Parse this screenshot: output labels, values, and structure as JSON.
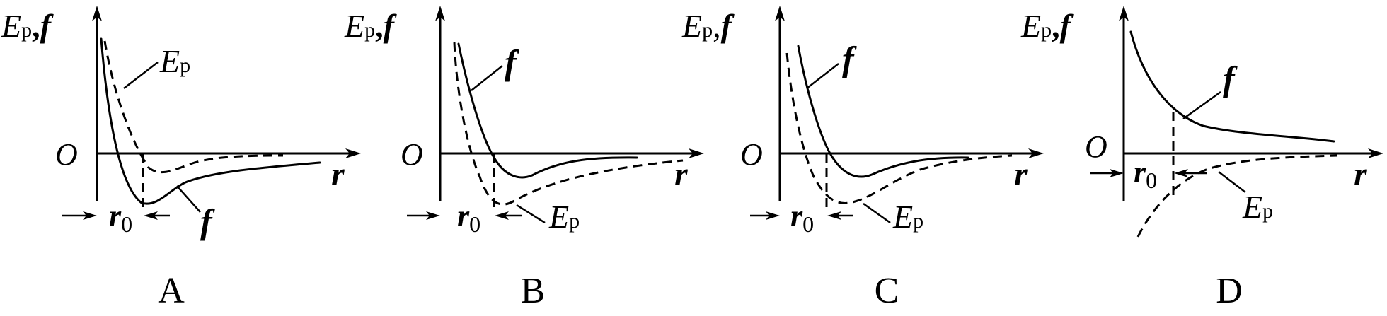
{
  "panels": [
    {
      "id": "A",
      "option_letter": "A",
      "y_axis_label": {
        "main": "E",
        "sub": "p",
        "sep": ",",
        "second": "f"
      },
      "origin_label": "O",
      "x_axis_label": "r",
      "r0_label": {
        "main": "r",
        "sub": "0"
      },
      "curve_labels": [
        {
          "curve": "Ep",
          "main": "E",
          "sub": "p"
        },
        {
          "curve": "f",
          "main": "f",
          "sub": ""
        }
      ]
    },
    {
      "id": "B",
      "option_letter": "B",
      "y_axis_label": {
        "main": "E",
        "sub": "p",
        "sep": ",",
        "second": "f"
      },
      "origin_label": "O",
      "x_axis_label": "r",
      "r0_label": {
        "main": "r",
        "sub": "0"
      },
      "curve_labels": [
        {
          "curve": "f",
          "main": "f",
          "sub": ""
        },
        {
          "curve": "Ep",
          "main": "E",
          "sub": "p"
        }
      ]
    },
    {
      "id": "C",
      "option_letter": "C",
      "y_axis_label": {
        "main": "E",
        "sub": "p",
        "sep": ",",
        "second": "f"
      },
      "origin_label": "O",
      "x_axis_label": "r",
      "r0_label": {
        "main": "r",
        "sub": "0"
      },
      "curve_labels": [
        {
          "curve": "f",
          "main": "f",
          "sub": ""
        },
        {
          "curve": "Ep",
          "main": "E",
          "sub": "p"
        }
      ]
    },
    {
      "id": "D",
      "option_letter": "D",
      "y_axis_label": {
        "main": "E",
        "sub": "p",
        "sep": ",",
        "second": "f"
      },
      "origin_label": "O",
      "x_axis_label": "r",
      "r0_label": {
        "main": "r",
        "sub": "0"
      },
      "curve_labels": [
        {
          "curve": "f",
          "main": "f",
          "sub": ""
        },
        {
          "curve": "Ep",
          "main": "E",
          "sub": "p"
        }
      ]
    }
  ]
}
